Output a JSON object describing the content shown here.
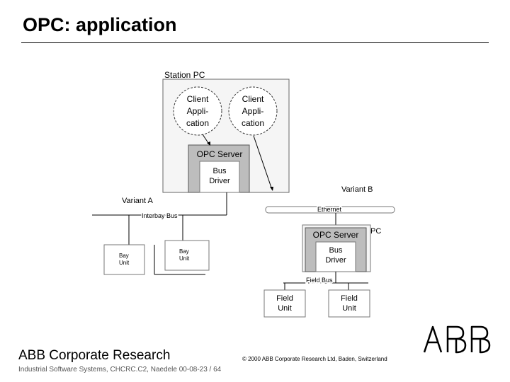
{
  "slide": {
    "title": "OPC: application",
    "footer_org": "ABB Corporate Research",
    "footer_details": "Industrial Software Systems, CHCRC.C2, Naedele 00-08-23 / 64",
    "footer_copyright": "© 2000 ABB Corporate Research Ltd, Baden, Switzerland",
    "logo_text": "ABB"
  },
  "diagram": {
    "station_pc": "Station PC",
    "client_app_1": [
      "Client",
      "Appli-",
      "cation"
    ],
    "client_app_2": [
      "Client",
      "Appli-",
      "cation"
    ],
    "opc_server_top": "OPC Server",
    "bus_driver_top": [
      "Bus",
      "Driver"
    ],
    "variant_a": "Variant A",
    "variant_b": "Variant B",
    "interbay_bus": "Interbay Bus",
    "ethernet": "Ethernet",
    "bay_unit_1": [
      "Bay",
      "Unit"
    ],
    "bay_unit_2": [
      "Bay",
      "Unit"
    ],
    "opc_server_pc": "OPC Server",
    "pc_label": "PC",
    "bus_driver_pc": [
      "Bus",
      "Driver"
    ],
    "field_bus": "Field Bus",
    "field_unit_1": [
      "Field",
      "Unit"
    ],
    "field_unit_2": [
      "Field",
      "Unit"
    ]
  },
  "colors": {
    "box_gray": "#bdbdbd",
    "station_bg": "#f2f2f2",
    "line": "#000000"
  }
}
